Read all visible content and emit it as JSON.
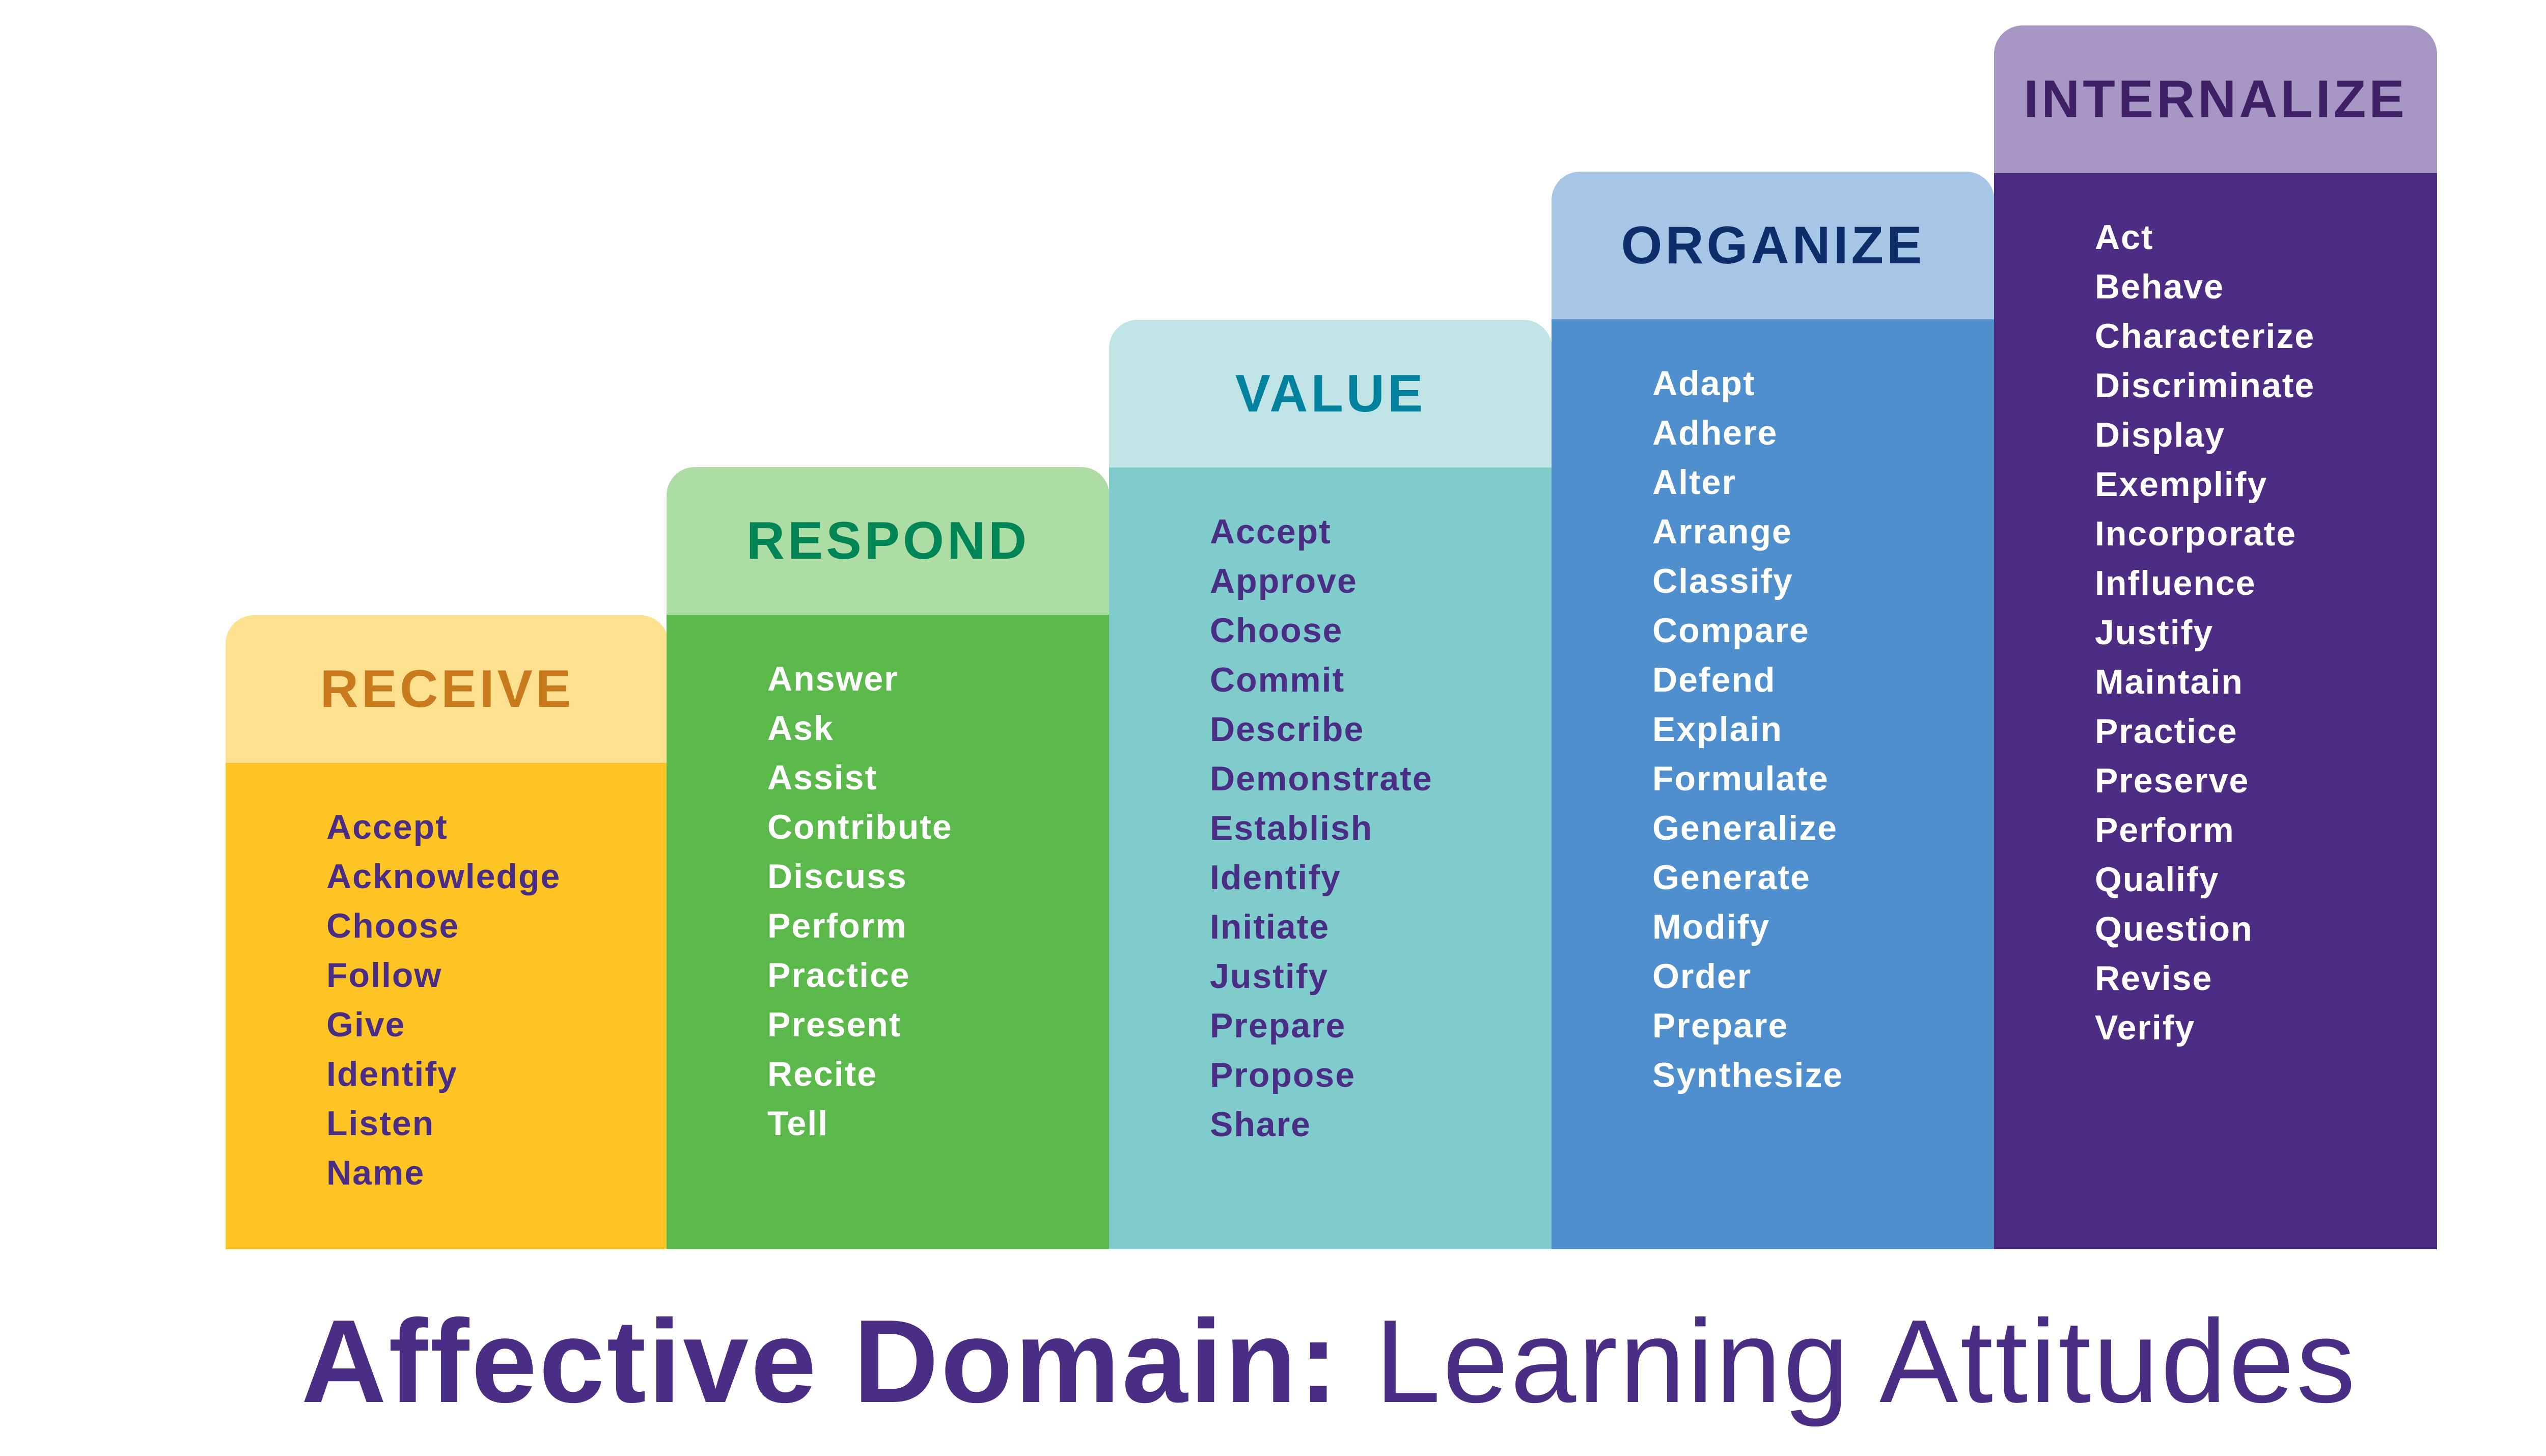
{
  "title": {
    "bold": "Affective Domain:",
    "light": " Learning Attitudes"
  },
  "columns": [
    {
      "label": "RECEIVE",
      "header_bg": "#fde18f",
      "header_color": "#c97a1c",
      "body_bg": "#fdc424",
      "text_color": "#4a2d84",
      "verbs": [
        "Accept",
        "Acknowledge",
        "Choose",
        "Follow",
        "Give",
        "Identify",
        "Listen",
        "Name"
      ]
    },
    {
      "label": "RESPOND",
      "header_bg": "#addda5",
      "header_color": "#008556",
      "body_bg": "#5bb84a",
      "text_color": "#ffffff",
      "verbs": [
        "Answer",
        "Ask",
        "Assist",
        "Contribute",
        "Discuss",
        "Perform",
        "Practice",
        "Present",
        "Recite",
        "Tell"
      ]
    },
    {
      "label": "VALUE",
      "header_bg": "#c0e4e6",
      "header_color": "#00829f",
      "body_bg": "#80cccd",
      "text_color": "#4a2d84",
      "verbs": [
        "Accept",
        "Approve",
        "Choose",
        "Commit",
        "Describe",
        "Demonstrate",
        "Establish",
        "Identify",
        "Initiate",
        "Justify",
        "Prepare",
        "Propose",
        "Share"
      ]
    },
    {
      "label": "ORGANIZE",
      "header_bg": "#a7c6e6",
      "header_color": "#0f2d6b",
      "body_bg": "#4f8fcd",
      "text_color": "#ffffff",
      "verbs": [
        "Adapt",
        "Adhere",
        "Alter",
        "Arrange",
        "Classify",
        "Compare",
        "Defend",
        "Explain",
        "Formulate",
        "Generalize",
        "Generate",
        "Modify",
        "Order",
        "Prepare",
        "Synthesize"
      ]
    },
    {
      "label": "INTERNALIZE",
      "header_bg": "#a596c4",
      "header_color": "#3f1f66",
      "body_bg": "#4d2d83",
      "text_color": "#ffffff",
      "verbs": [
        "Act",
        "Behave",
        "Characterize",
        "Discriminate",
        "Display",
        "Exemplify",
        "Incorporate",
        "Influence",
        "Justify",
        "Maintain",
        "Practice",
        "Preserve",
        "Perform",
        "Qualify",
        "Question",
        "Revise",
        "Verify"
      ]
    }
  ]
}
